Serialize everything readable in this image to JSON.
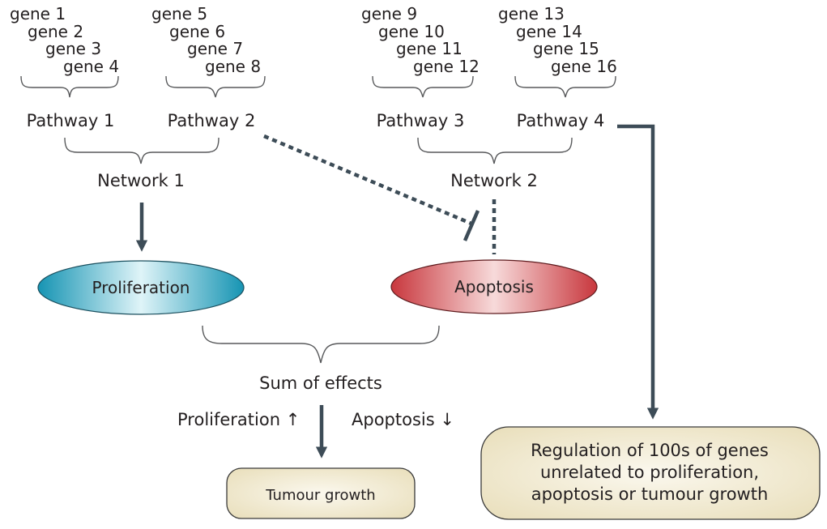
{
  "genes": {
    "group1": [
      "gene 1",
      "gene 2",
      "gene 3",
      "gene 4"
    ],
    "group2": [
      "gene 5",
      "gene 6",
      "gene 7",
      "gene 8"
    ],
    "group3": [
      "gene 9",
      "gene 10",
      "gene 11",
      "gene 12"
    ],
    "group4": [
      "gene 13",
      "gene 14",
      "gene 15",
      "gene 16"
    ]
  },
  "pathways": [
    "Pathway 1",
    "Pathway 2",
    "Pathway 3",
    "Pathway 4"
  ],
  "networks": [
    "Network 1",
    "Network 2"
  ],
  "nodes": {
    "proliferation": "Proliferation",
    "apoptosis": "Apoptosis",
    "sum_of_effects": "Sum of effects",
    "proliferation_up": "Proliferation ↑",
    "apoptosis_down": "Apoptosis ↓",
    "tumour_growth": "Tumour growth",
    "regulation_lines": [
      "Regulation of 100s of genes",
      "unrelated to proliferation,",
      "apoptosis or tumour growth"
    ]
  },
  "colors": {
    "proliferation_fill": "#2aa6c3",
    "apoptosis_fill": "#d44a4f",
    "box_fill": "#f2ecd6",
    "arrow": "#3d4c57"
  }
}
